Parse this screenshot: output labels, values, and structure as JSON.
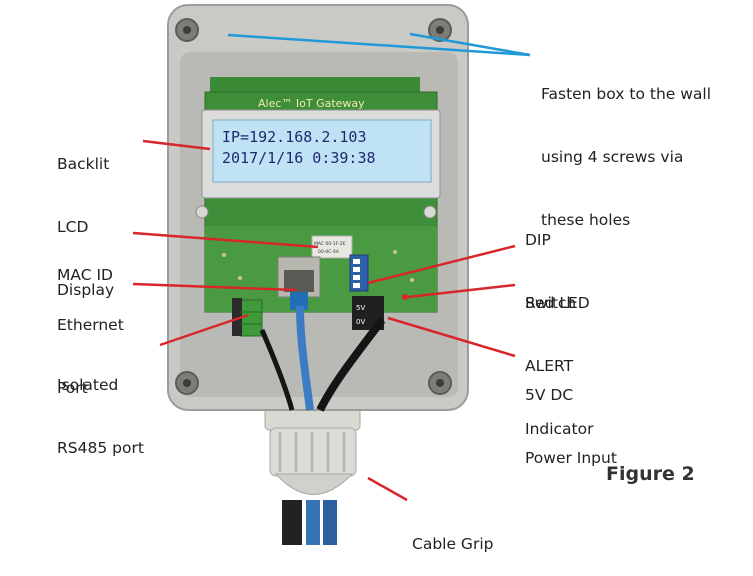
{
  "figure": {
    "caption": "Figure 2"
  },
  "device": {
    "pcb_title": "Alec™ IoT Gateway",
    "lcd": {
      "line1": "IP=192.168.2.103",
      "line2": "2017/1/16 0:39:38"
    },
    "mac_sticker": {
      "line1": "MAC 00-1F-2E",
      "line2": "00-0C-4A"
    },
    "power_pins": {
      "pin1": "5V",
      "pin2": "0V"
    }
  },
  "annotations": {
    "fasten": [
      "Fasten box to the wall",
      "using 4 screws via",
      "these holes"
    ],
    "lcd": [
      "Backlit",
      "LCD",
      "Display"
    ],
    "mac": [
      "MAC ID"
    ],
    "ethernet": [
      "Ethernet",
      "Port"
    ],
    "rs485": [
      "Isolated",
      "RS485 port"
    ],
    "dip": [
      "DIP",
      "Switch"
    ],
    "led": [
      "Red LED",
      "ALERT",
      "Indicator"
    ],
    "power": [
      "5V DC",
      "Power Input"
    ],
    "grip": [
      "Cable Grip"
    ]
  },
  "colors": {
    "leader_line_red": "#d8262b",
    "leader_line_blue": "#1f9ad6",
    "enclosure": "#c9cac6",
    "pcb": "#3f8f3a",
    "lcd_backlight": "#bfe3f4"
  }
}
